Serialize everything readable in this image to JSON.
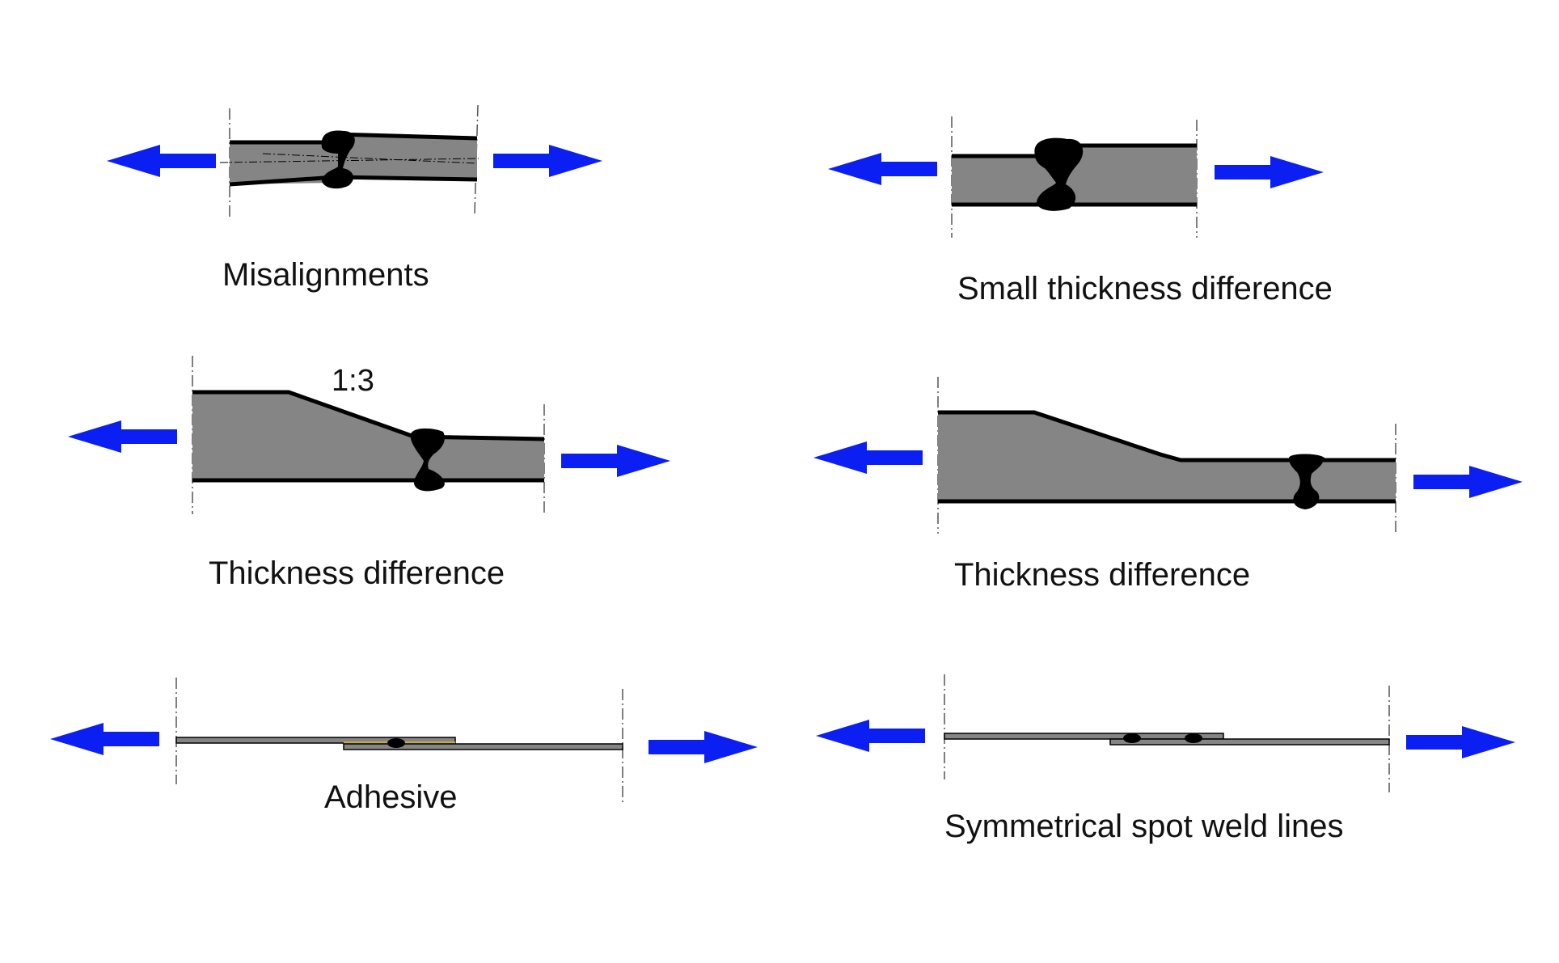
{
  "colors": {
    "arrow": "#0b1ff2",
    "plate_fill": "#858585",
    "outline": "#000000",
    "weld": "#000000",
    "centerline": "#555555",
    "adhesive": "#c8a84a"
  },
  "icons": {
    "arrow_left": "arrow-left-icon",
    "arrow_right": "arrow-right-icon"
  },
  "panels": {
    "misalignments": {
      "label": "Misalignments"
    },
    "small_thickness": {
      "label": "Small thickness difference"
    },
    "thickness_taper": {
      "label": "Thickness difference",
      "slope": "1:3"
    },
    "thickness_offset": {
      "label": "Thickness difference"
    },
    "adhesive": {
      "label": "Adhesive"
    },
    "spot_weld": {
      "label": "Symmetrical spot weld lines"
    }
  }
}
